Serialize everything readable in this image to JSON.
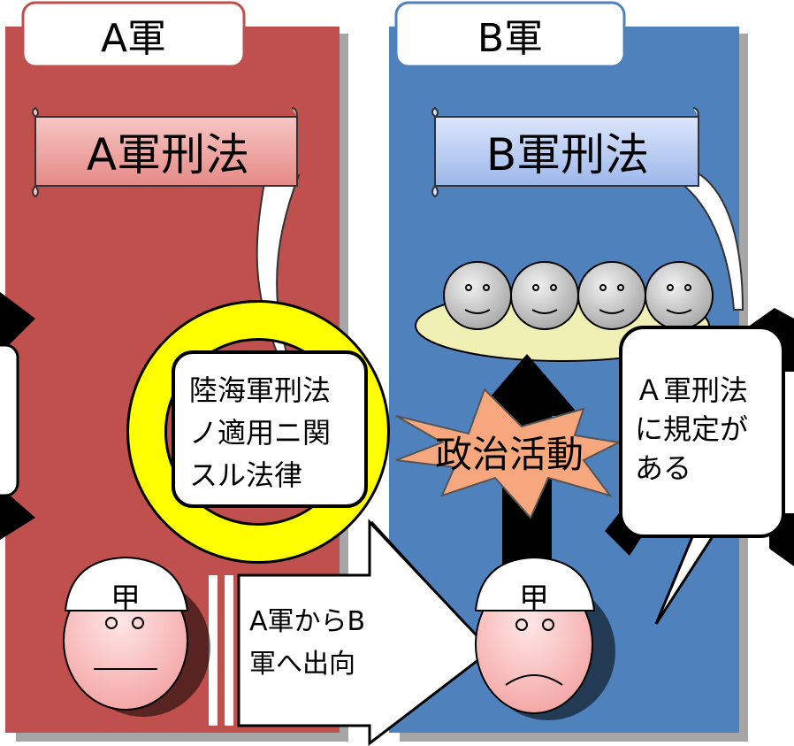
{
  "columns": {
    "a": {
      "title": "A軍",
      "law": "A軍刑法",
      "color": "#c0504d"
    },
    "b": {
      "title": "B軍",
      "law": "B軍刑法",
      "color": "#4f81bd"
    }
  },
  "callout_center": {
    "lines": [
      "陸海軍刑法",
      "ノ適用ニ関",
      "スル法律"
    ]
  },
  "callout_right": {
    "lines": [
      "Ａ軍刑法",
      "に規定が",
      "ある"
    ]
  },
  "transfer_arrow": {
    "lines": [
      "A軍からB",
      "軍へ出向"
    ]
  },
  "burst_label": "政治活動",
  "person_label": "甲",
  "highlight_color": "#ffff00"
}
